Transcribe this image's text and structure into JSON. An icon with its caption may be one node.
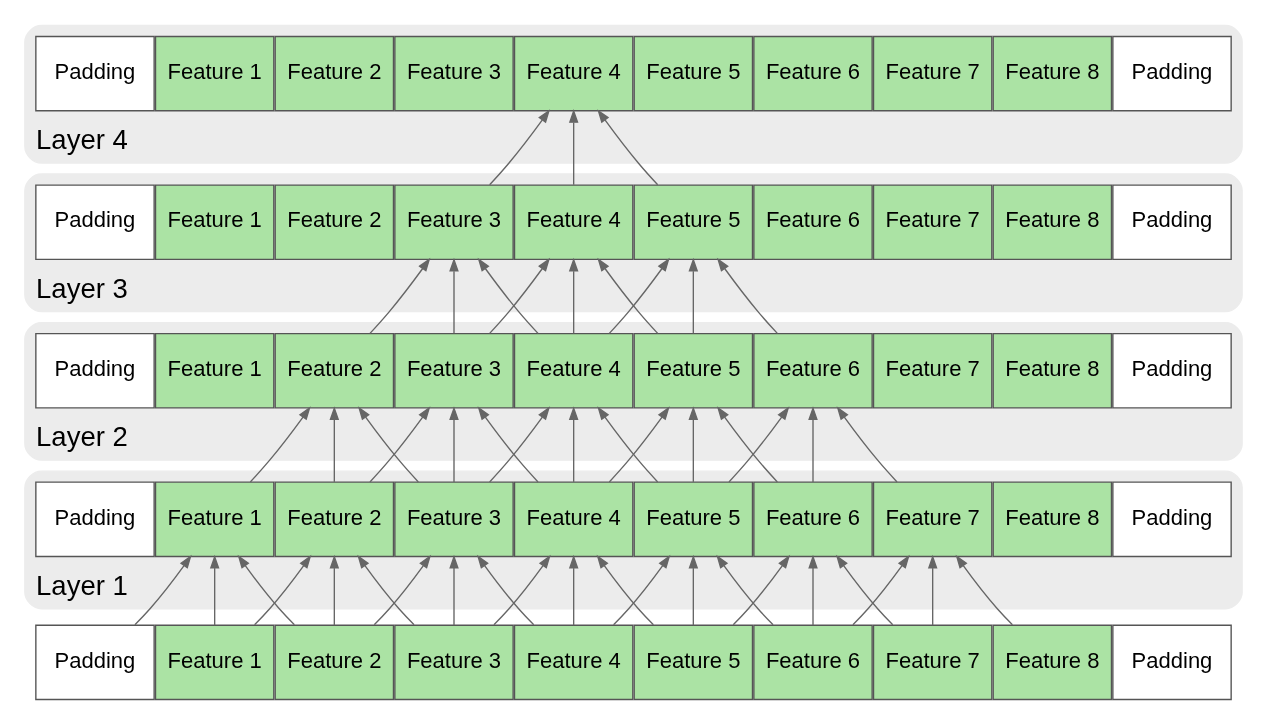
{
  "diagram": {
    "nodes": [
      {
        "text": [
          "Layer 4"
        ]
      },
      {
        "text": [
          "Padding"
        ],
        "in": 0
      },
      {
        "text": [
          "Feature 1"
        ],
        "in": 0
      },
      {
        "text": [
          "Feature 2"
        ],
        "in": 0
      },
      {
        "text": [
          "Feature 3"
        ],
        "in": 0
      },
      {
        "text": [
          "Feature 4"
        ],
        "in": 0
      },
      {
        "text": [
          "Feature 5"
        ],
        "in": 0
      },
      {
        "text": [
          "Feature 6"
        ],
        "in": 0
      },
      {
        "text": [
          "Feature 7"
        ],
        "in": 0
      },
      {
        "text": [
          "Feature 8"
        ],
        "in": 0
      },
      {
        "text": [
          "Padding"
        ],
        "in": 0
      },
      {
        "text": [
          "Layer 3"
        ]
      },
      {
        "text": [
          "Padding"
        ],
        "in": 11
      },
      {
        "text": [
          "Feature 1"
        ],
        "in": 11
      },
      {
        "text": [
          "Feature 2"
        ],
        "in": 11
      },
      {
        "text": [
          "Feature 3"
        ],
        "in": 11
      },
      {
        "text": [
          "Feature 4"
        ],
        "in": 11
      },
      {
        "text": [
          "Feature 5"
        ],
        "in": 11
      },
      {
        "text": [
          "Feature 6"
        ],
        "in": 11
      },
      {
        "text": [
          "Feature 7"
        ],
        "in": 11
      },
      {
        "text": [
          "Feature 8"
        ],
        "in": 11
      },
      {
        "text": [
          "Padding"
        ],
        "in": 11
      },
      {
        "text": [
          "Layer 2"
        ]
      },
      {
        "text": [
          "Padding"
        ],
        "in": 22
      },
      {
        "text": [
          "Feature 1"
        ],
        "in": 22
      },
      {
        "text": [
          "Feature 2"
        ],
        "in": 22
      },
      {
        "text": [
          "Feature 3"
        ],
        "in": 22
      },
      {
        "text": [
          "Feature 4"
        ],
        "in": 22
      },
      {
        "text": [
          "Feature 5"
        ],
        "in": 22
      },
      {
        "text": [
          "Feature 6"
        ],
        "in": 22
      },
      {
        "text": [
          "Feature 7"
        ],
        "in": 22
      },
      {
        "text": [
          "Feature 8"
        ],
        "in": 22
      },
      {
        "text": [
          "Padding"
        ],
        "in": 22
      },
      {
        "text": [
          "Layer 1"
        ]
      },
      {
        "text": [
          "Padding"
        ],
        "in": 33
      },
      {
        "text": [
          "Feature 1"
        ],
        "in": 33
      },
      {
        "text": [
          "Feature 2"
        ],
        "in": 33
      },
      {
        "text": [
          "Feature 3"
        ],
        "in": 33
      },
      {
        "text": [
          "Feature 4"
        ],
        "in": 33
      },
      {
        "text": [
          "Feature 5"
        ],
        "in": 33
      },
      {
        "text": [
          "Feature 6"
        ],
        "in": 33
      },
      {
        "text": [
          "Feature 7"
        ],
        "in": 33
      },
      {
        "text": [
          "Feature 8"
        ],
        "in": 33
      },
      {
        "text": [
          "Padding"
        ],
        "in": 33
      },
      {
        "text": [
          "Padding"
        ]
      },
      {
        "text": [
          "Feature 1"
        ]
      },
      {
        "text": [
          "Feature 2"
        ]
      },
      {
        "text": [
          "Feature 3"
        ]
      },
      {
        "text": [
          "Feature 4"
        ]
      },
      {
        "text": [
          "Feature 5"
        ]
      },
      {
        "text": [
          "Feature 6"
        ]
      },
      {
        "text": [
          "Feature 7"
        ]
      },
      {
        "text": [
          "Feature 8"
        ]
      },
      {
        "text": [
          "Padding"
        ]
      }
    ],
    "edges": [
      {
        "from": 44,
        "to": 35,
        "arrow": "to"
      },
      {
        "from": 45,
        "to": 35,
        "arrow": "to"
      },
      {
        "from": 46,
        "to": 35,
        "arrow": "to"
      },
      {
        "from": 45,
        "to": 36,
        "arrow": "to"
      },
      {
        "from": 46,
        "to": 36,
        "arrow": "to"
      },
      {
        "from": 47,
        "to": 36,
        "arrow": "to"
      },
      {
        "from": 46,
        "to": 37,
        "arrow": "to"
      },
      {
        "from": 47,
        "to": 37,
        "arrow": "to"
      },
      {
        "from": 48,
        "to": 37,
        "arrow": "to"
      },
      {
        "from": 47,
        "to": 38,
        "arrow": "to"
      },
      {
        "from": 48,
        "to": 38,
        "arrow": "to"
      },
      {
        "from": 49,
        "to": 38,
        "arrow": "to"
      },
      {
        "from": 48,
        "to": 39,
        "arrow": "to"
      },
      {
        "from": 49,
        "to": 39,
        "arrow": "to"
      },
      {
        "from": 50,
        "to": 39,
        "arrow": "to"
      },
      {
        "from": 49,
        "to": 40,
        "arrow": "to"
      },
      {
        "from": 50,
        "to": 40,
        "arrow": "to"
      },
      {
        "from": 51,
        "to": 40,
        "arrow": "to"
      },
      {
        "from": 50,
        "to": 41,
        "arrow": "to"
      },
      {
        "from": 51,
        "to": 41,
        "arrow": "to"
      },
      {
        "from": 52,
        "to": 41,
        "arrow": "to"
      },
      {
        "from": 35,
        "to": 25,
        "arrow": "to"
      },
      {
        "from": 36,
        "to": 25,
        "arrow": "to"
      },
      {
        "from": 37,
        "to": 25,
        "arrow": "to"
      },
      {
        "from": 36,
        "to": 26,
        "arrow": "to"
      },
      {
        "from": 37,
        "to": 26,
        "arrow": "to"
      },
      {
        "from": 38,
        "to": 26,
        "arrow": "to"
      },
      {
        "from": 37,
        "to": 27,
        "arrow": "to"
      },
      {
        "from": 38,
        "to": 27,
        "arrow": "to"
      },
      {
        "from": 39,
        "to": 27,
        "arrow": "to"
      },
      {
        "from": 38,
        "to": 28,
        "arrow": "to"
      },
      {
        "from": 39,
        "to": 28,
        "arrow": "to"
      },
      {
        "from": 40,
        "to": 28,
        "arrow": "to"
      },
      {
        "from": 39,
        "to": 29,
        "arrow": "to"
      },
      {
        "from": 40,
        "to": 29,
        "arrow": "to"
      },
      {
        "from": 41,
        "to": 29,
        "arrow": "to"
      },
      {
        "from": 25,
        "to": 15,
        "arrow": "to"
      },
      {
        "from": 26,
        "to": 15,
        "arrow": "to"
      },
      {
        "from": 27,
        "to": 15,
        "arrow": "to"
      },
      {
        "from": 26,
        "to": 16,
        "arrow": "to"
      },
      {
        "from": 27,
        "to": 16,
        "arrow": "to"
      },
      {
        "from": 28,
        "to": 16,
        "arrow": "to"
      },
      {
        "from": 27,
        "to": 17,
        "arrow": "to"
      },
      {
        "from": 28,
        "to": 17,
        "arrow": "to"
      },
      {
        "from": 29,
        "to": 17,
        "arrow": "to"
      },
      {
        "from": 15,
        "to": 5,
        "arrow": "to"
      },
      {
        "from": 16,
        "to": 5,
        "arrow": "to"
      },
      {
        "from": 17,
        "to": 5,
        "arrow": "to"
      }
    ]
  }
}
